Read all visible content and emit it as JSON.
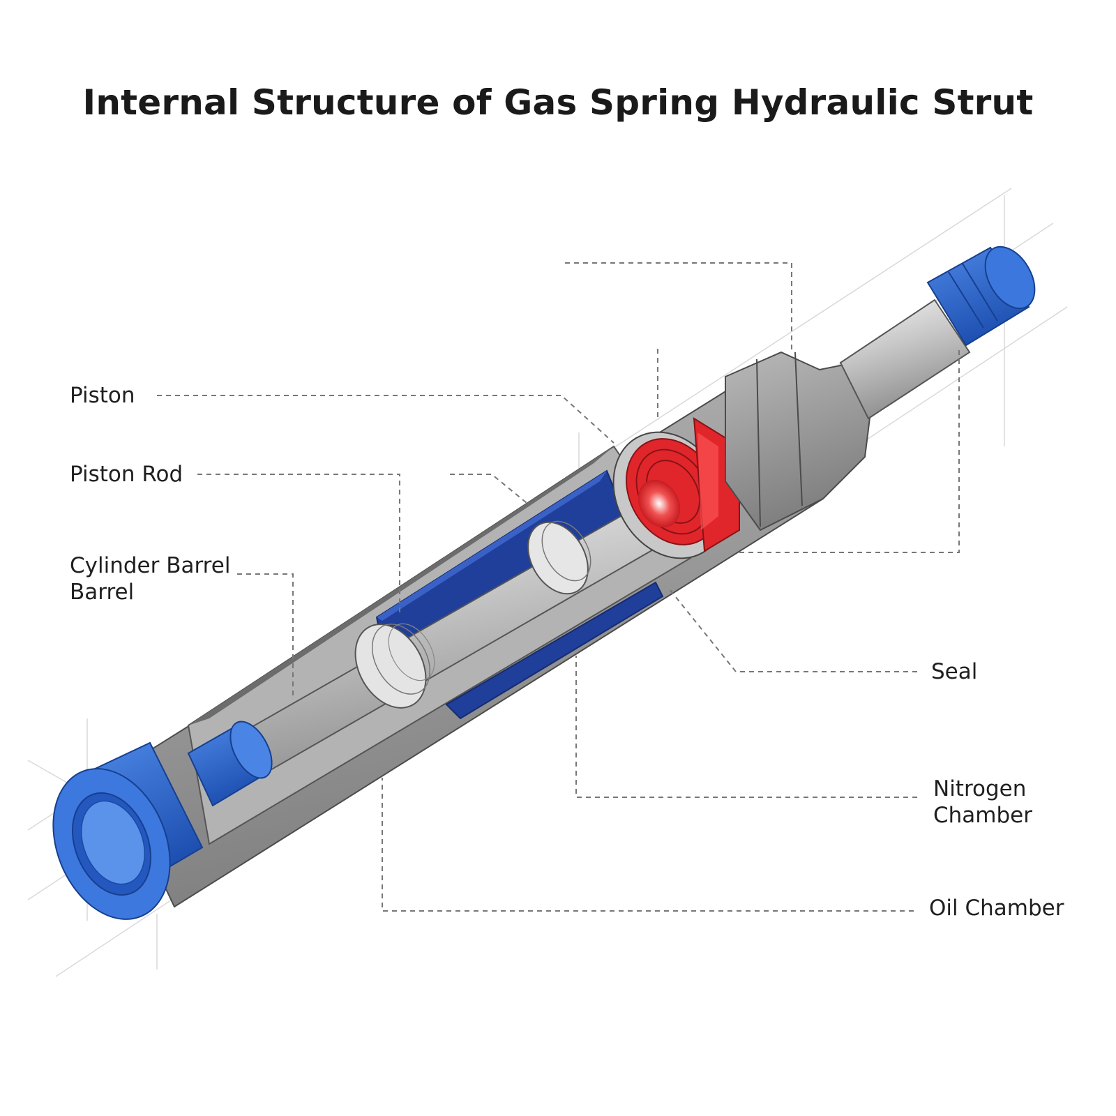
{
  "title": "Internal Structure of Gas Spring Hydraulic Strut",
  "labels": {
    "piston": "Piston",
    "piston_rod": "Piston Rod",
    "cylinder_barrel_line1": "Cylinder Barrel",
    "cylinder_barrel_line2": "Barrel",
    "seal": "Seal",
    "nitrogen_chamber_line1": "Nitrogen",
    "nitrogen_chamber_line2": "Chamber",
    "oil_chamber": "Oil Chamber"
  },
  "colors": {
    "end_cap_blue": "#2f6fd6",
    "seal_red": "#e0262b",
    "chamber_blue": "#1f3f9a",
    "barrel_gray": "#9a9a9a",
    "rod_silver": "#d8d8d8"
  }
}
